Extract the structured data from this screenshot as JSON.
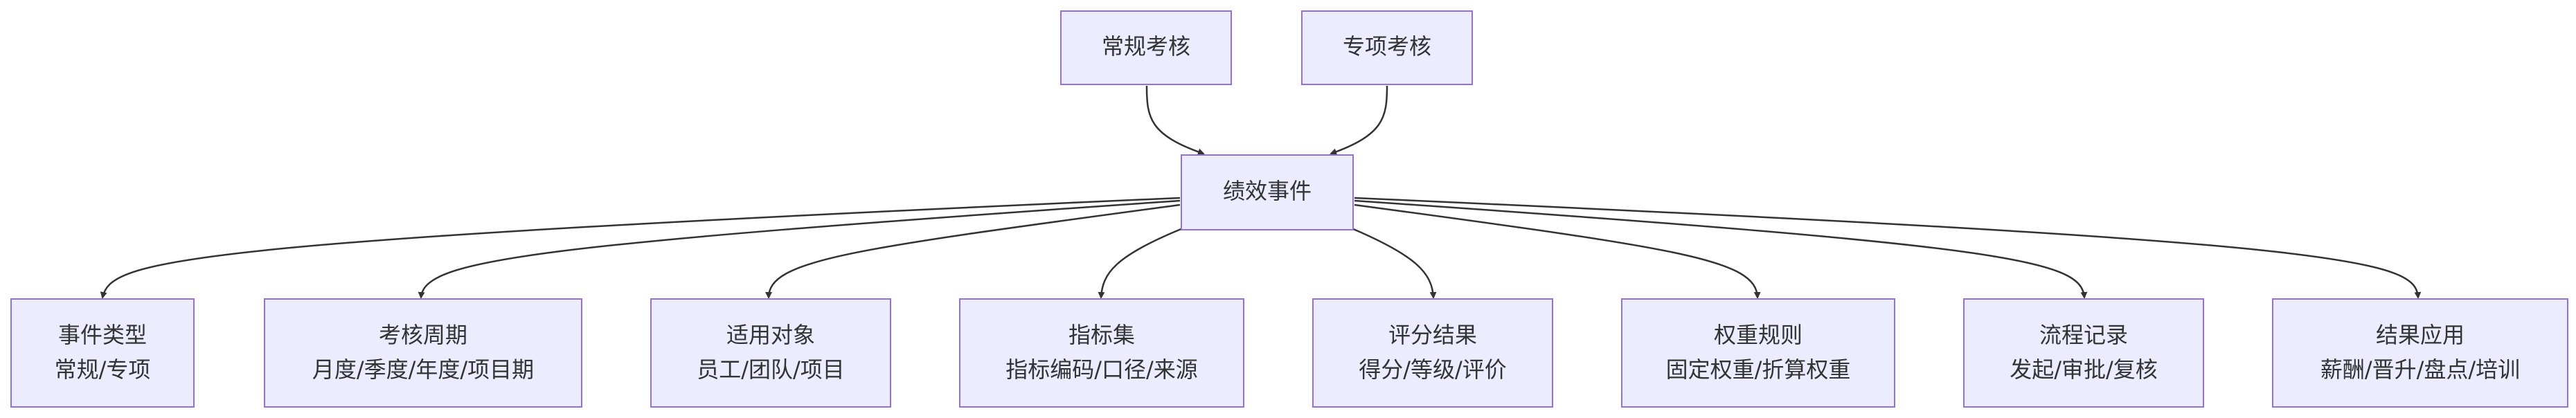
{
  "diagram": {
    "nodes": {
      "regular": {
        "line1": "常规考核"
      },
      "special": {
        "line1": "专项考核"
      },
      "event": {
        "line1": "绩效事件"
      },
      "type": {
        "line1": "事件类型",
        "line2": "常规/专项"
      },
      "cycle": {
        "line1": "考核周期",
        "line2": "月度/季度/年度/项目期"
      },
      "target": {
        "line1": "适用对象",
        "line2": "员工/团队/项目"
      },
      "indicator": {
        "line1": "指标集",
        "line2": "指标编码/口径/来源"
      },
      "result": {
        "line1": "评分结果",
        "line2": "得分/等级/评价"
      },
      "weight": {
        "line1": "权重规则",
        "line2": "固定权重/折算权重"
      },
      "process": {
        "line1": "流程记录",
        "line2": "发起/审批/复核"
      },
      "application": {
        "line1": "结果应用",
        "line2": "薪酬/晋升/盘点/培训"
      }
    },
    "edges": [
      {
        "from": "regular",
        "to": "event"
      },
      {
        "from": "special",
        "to": "event"
      },
      {
        "from": "event",
        "to": "type"
      },
      {
        "from": "event",
        "to": "cycle"
      },
      {
        "from": "event",
        "to": "target"
      },
      {
        "from": "event",
        "to": "indicator"
      },
      {
        "from": "event",
        "to": "result"
      },
      {
        "from": "event",
        "to": "weight"
      },
      {
        "from": "event",
        "to": "process"
      },
      {
        "from": "event",
        "to": "application"
      }
    ],
    "colors": {
      "node_fill": "#ececff",
      "node_stroke": "#9370db",
      "edge": "#333333",
      "text": "#333333"
    }
  }
}
